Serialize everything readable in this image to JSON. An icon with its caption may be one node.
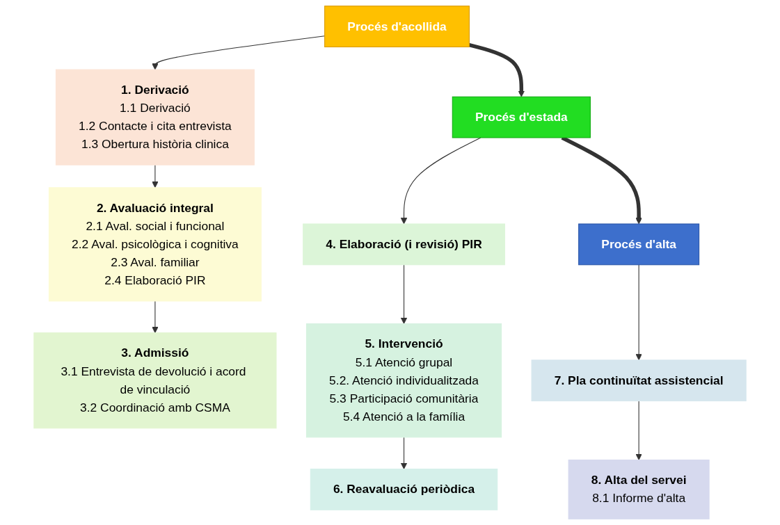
{
  "diagram": {
    "nodes": [
      {
        "text": [
          "Procés d'acollida"
        ]
      },
      {
        "text": [
          "1. Derivació",
          "1.1 Derivació",
          "1.2 Contacte i cita entrevista",
          "1.3 Obertura història clinica"
        ]
      },
      {
        "text": [
          "2. Avaluació integral",
          "2.1 Aval. social i funcional",
          "2.2 Aval. psicològica i cognitiva",
          "2.3 Aval. familiar",
          "2.4 Elaboració PIR"
        ]
      },
      {
        "text": [
          "3. Admissió",
          "3.1 Entrevista de devolució i acord de vinculació",
          "3.2 Coordinació amb CSMA"
        ]
      },
      {
        "text": [
          "Procés d'estada"
        ]
      },
      {
        "text": [
          "4. Elaboració (i revisió) PIR"
        ]
      },
      {
        "text": [
          "5. Intervenció",
          "5.1 Atenció grupal",
          "5.2. Atenció individualitzada",
          "5.3 Participació comunitària",
          "5.4 Atenció a la família"
        ]
      },
      {
        "text": [
          "6. Reavaluació periòdica"
        ]
      },
      {
        "text": [
          "Procés d'alta"
        ]
      },
      {
        "text": [
          "7. Pla continuïtat assistencial"
        ]
      },
      {
        "text": [
          "8. Alta del servei",
          "8.1 Informe d'alta"
        ]
      }
    ],
    "edges": [
      {
        "from": 0,
        "to": 1,
        "arrow": "to"
      },
      {
        "from": 1,
        "to": 2,
        "arrow": "to"
      },
      {
        "from": 2,
        "to": 3,
        "arrow": "to"
      },
      {
        "from": 0,
        "to": 4,
        "arrow": "to",
        "style": "thick"
      },
      {
        "from": 4,
        "to": 5,
        "arrow": "to"
      },
      {
        "from": 5,
        "to": 6,
        "arrow": "to"
      },
      {
        "from": 6,
        "to": 7,
        "arrow": "to"
      },
      {
        "from": 4,
        "to": 8,
        "arrow": "to",
        "style": "thick"
      },
      {
        "from": 8,
        "to": 9,
        "arrow": "to"
      },
      {
        "from": 9,
        "to": 10,
        "arrow": "to"
      }
    ]
  }
}
